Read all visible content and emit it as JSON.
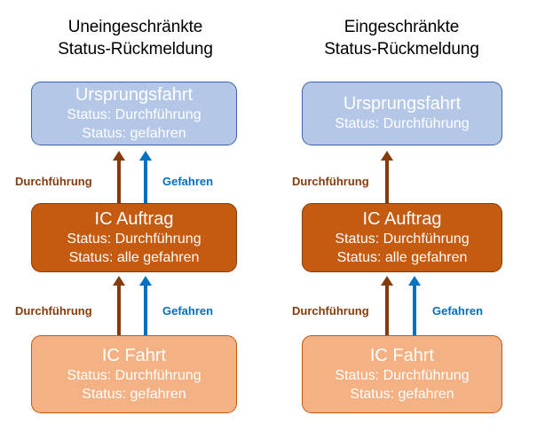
{
  "diagram": {
    "columns": [
      {
        "id": "unrestricted",
        "title_line1": "Uneingeschränkte",
        "title_line2": "Status-Rückmeldung",
        "nodes": [
          {
            "id": "ursprungsfahrt",
            "title": "Ursprungsfahrt",
            "statuses": [
              "Status: Durchführung",
              "Status: gefahren"
            ],
            "fill": "#B4C7E7",
            "border": "#3A66A8"
          },
          {
            "id": "ic-auftrag",
            "title": "IC Auftrag",
            "statuses": [
              "Status: Durchführung",
              "Status: alle gefahren"
            ],
            "fill": "#C55A11",
            "border": "#843C0C"
          },
          {
            "id": "ic-fahrt",
            "title": "IC Fahrt",
            "statuses": [
              "Status: Durchführung",
              "Status: gefahren"
            ],
            "fill": "#F4B183",
            "border": "#C55A11"
          }
        ],
        "edges_upper": [
          {
            "label": "Durchführung",
            "color": "#843C0C",
            "kind": "brown"
          },
          {
            "label": "Gefahren",
            "color": "#0070C0",
            "kind": "blue"
          }
        ],
        "edges_lower": [
          {
            "label": "Durchführung",
            "color": "#843C0C",
            "kind": "brown"
          },
          {
            "label": "Gefahren",
            "color": "#0070C0",
            "kind": "blue"
          }
        ]
      },
      {
        "id": "restricted",
        "title_line1": "Eingeschränkte",
        "title_line2": "Status-Rückmeldung",
        "nodes": [
          {
            "id": "ursprungsfahrt",
            "title": "Ursprungsfahrt",
            "statuses": [
              "Status: Durchführung"
            ],
            "fill": "#B4C7E7",
            "border": "#3A66A8"
          },
          {
            "id": "ic-auftrag",
            "title": "IC Auftrag",
            "statuses": [
              "Status: Durchführung",
              "Status: alle gefahren"
            ],
            "fill": "#C55A11",
            "border": "#843C0C"
          },
          {
            "id": "ic-fahrt",
            "title": "IC Fahrt",
            "statuses": [
              "Status: Durchführung",
              "Status: gefahren"
            ],
            "fill": "#F4B183",
            "border": "#C55A11"
          }
        ],
        "edges_upper": [
          {
            "label": "Durchführung",
            "color": "#843C0C",
            "kind": "brown"
          }
        ],
        "edges_lower": [
          {
            "label": "Durchführung",
            "color": "#843C0C",
            "kind": "brown"
          },
          {
            "label": "Gefahren",
            "color": "#0070C0",
            "kind": "blue"
          }
        ]
      }
    ]
  }
}
